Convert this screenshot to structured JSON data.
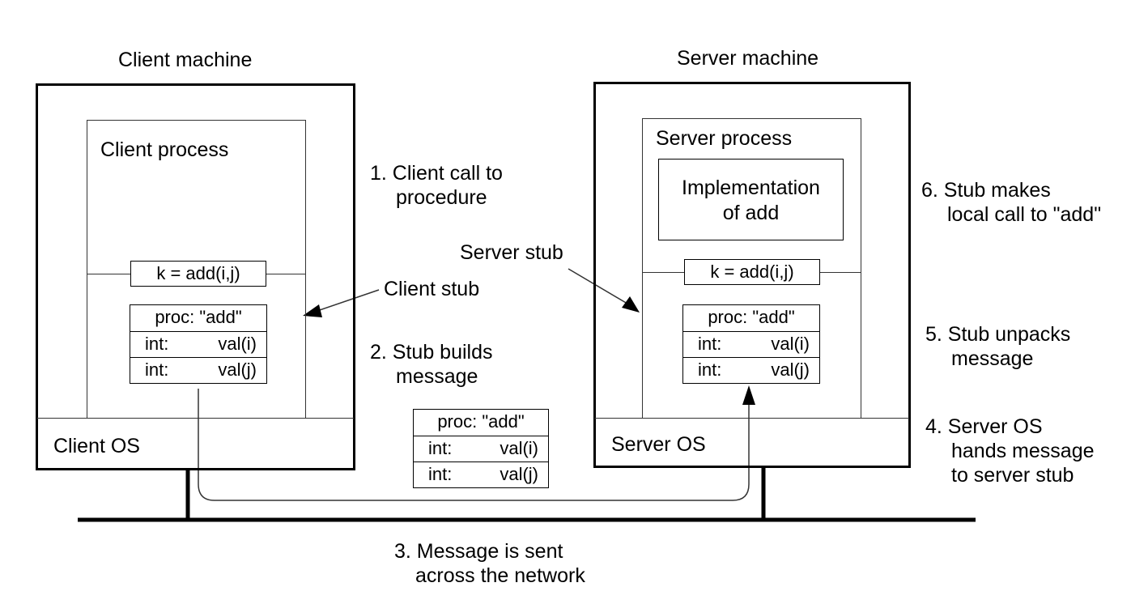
{
  "client_machine": {
    "title": "Client machine",
    "process_label": "Client process",
    "os_label": "Client OS",
    "call_text": "k = add(i,j)",
    "message": {
      "proc_row": "proc: \"add\"",
      "row1": {
        "type": "int:",
        "value": "val(i)"
      },
      "row2": {
        "type": "int:",
        "value": "val(j)"
      }
    }
  },
  "server_machine": {
    "title": "Server machine",
    "process_label": "Server process",
    "os_label": "Server OS",
    "call_text": "k = add(i,j)",
    "implementation": {
      "line1": "Implementation",
      "line2": "of add"
    },
    "message": {
      "proc_row": "proc: \"add\"",
      "row1": {
        "type": "int:",
        "value": "val(i)"
      },
      "row2": {
        "type": "int:",
        "value": "val(j)"
      }
    }
  },
  "transit_message": {
    "proc_row": "proc: \"add\"",
    "row1": {
      "type": "int:",
      "value": "val(i)"
    },
    "row2": {
      "type": "int:",
      "value": "val(j)"
    }
  },
  "labels": {
    "client_stub": "Client stub",
    "server_stub": "Server stub"
  },
  "steps": {
    "s1": {
      "line1": "1. Client call to",
      "line2": "procedure"
    },
    "s2": {
      "line1": "2. Stub builds",
      "line2": "message"
    },
    "s3": {
      "line1": "3. Message is sent",
      "line2": "across the network"
    },
    "s4": {
      "line1": "4. Server OS",
      "line2": "hands message",
      "line3": "to server stub"
    },
    "s5": {
      "line1": "5. Stub unpacks",
      "line2": "message"
    },
    "s6": {
      "line1": "6. Stub makes",
      "line2": "local call to \"add\""
    }
  }
}
